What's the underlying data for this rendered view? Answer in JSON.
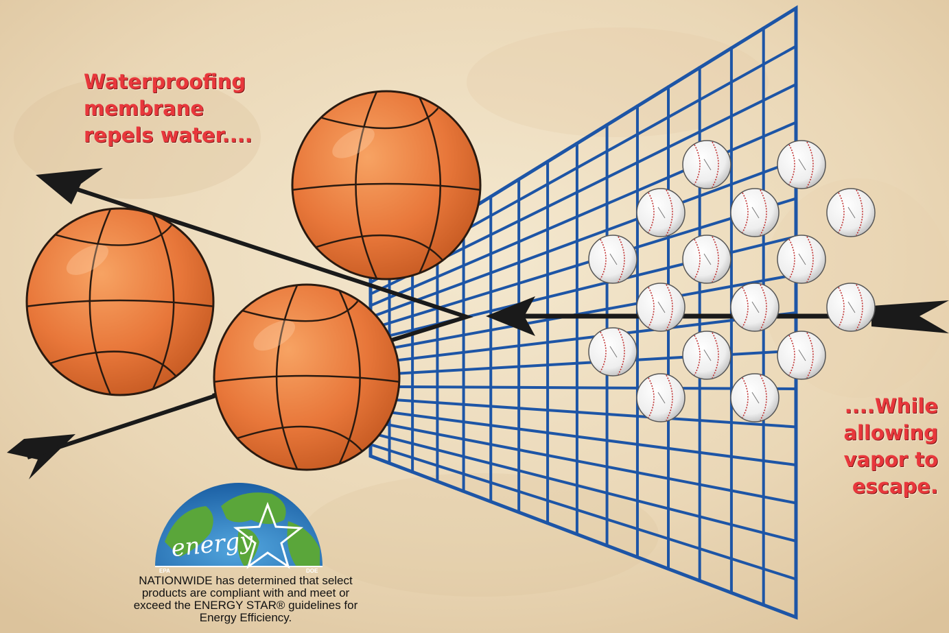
{
  "captions": {
    "left": [
      "Waterproofing",
      "membrane",
      "repels water...."
    ],
    "right": [
      "....While",
      "allowing",
      "vapor to",
      "escape."
    ]
  },
  "energy_logo": {
    "script_text": "energy",
    "agency_left": "EPA",
    "agency_right": "DOE"
  },
  "energy_note": "NATIONWIDE has determined that select products are compliant with and meet or exceed the ENERGY STAR® guidelines for Energy Efficiency.",
  "colors": {
    "mesh": "#1d55a6",
    "caption": "#e8373c",
    "basketball": "#e97b35",
    "arrow": "#1a1a1a",
    "background": "#ecdcbf"
  }
}
